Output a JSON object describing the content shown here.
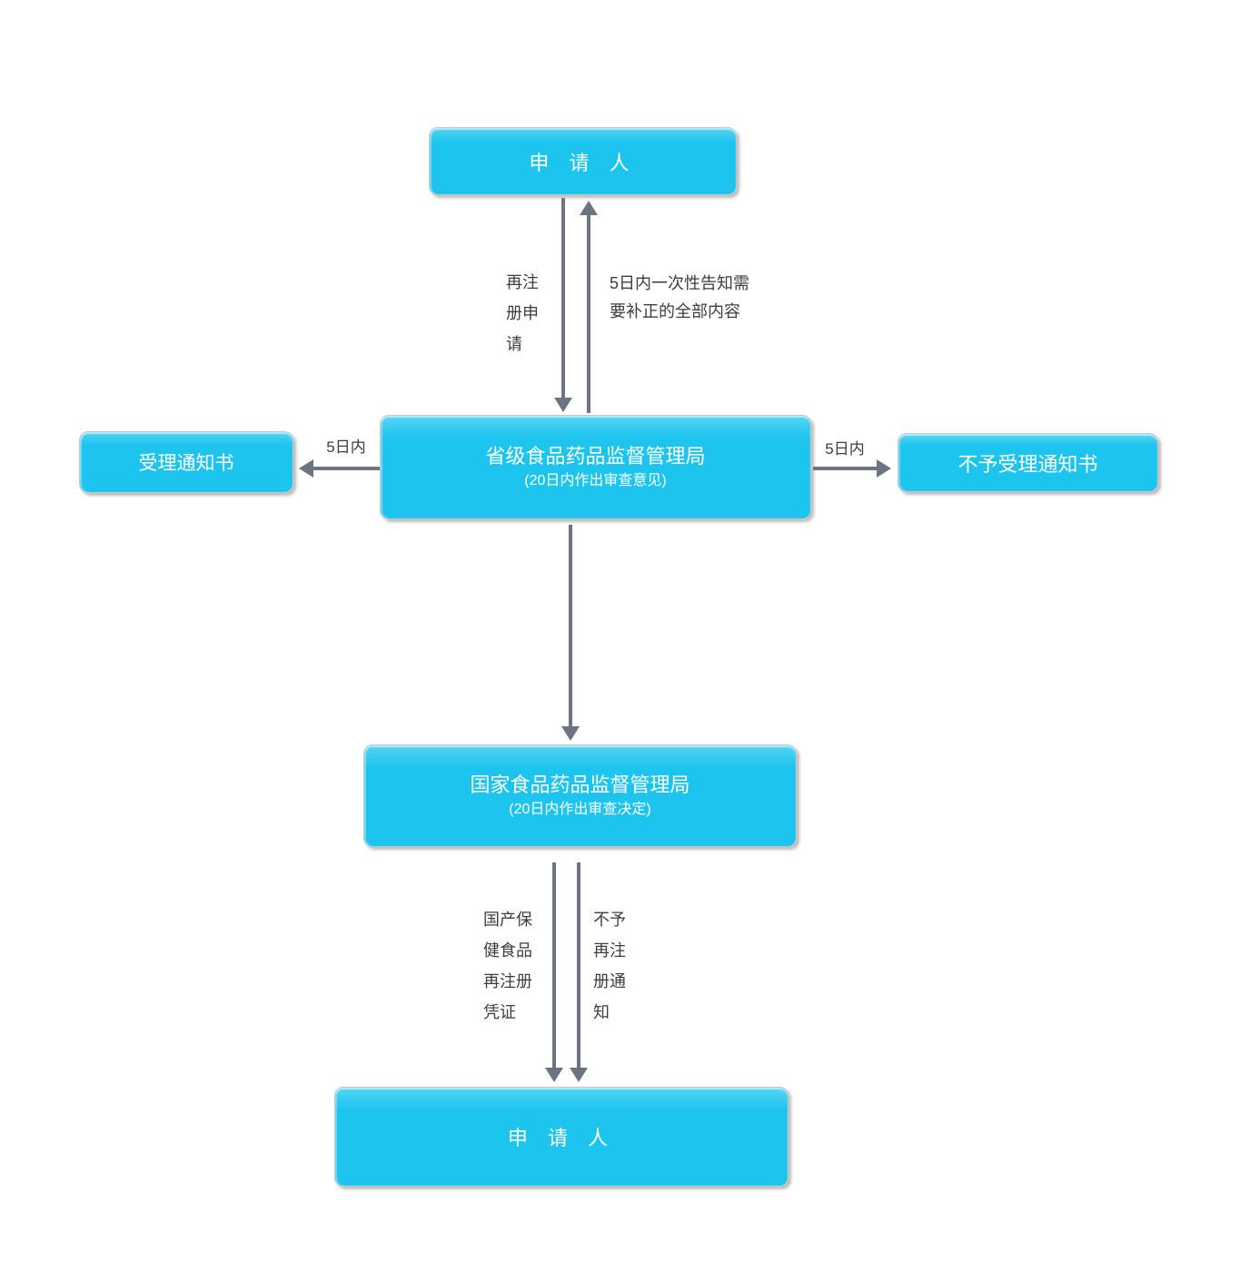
{
  "colors": {
    "box_fill": "#1dc4ee",
    "box_highlight": "#8ae6f9",
    "box_border": "#c2c6c9",
    "arrow": "#6b7480",
    "label_text": "#3d3d3d",
    "box_text": "#ffffff"
  },
  "nodes": {
    "applicant_top": {
      "label": "申 请 人"
    },
    "provincial": {
      "title": "省级食品药品监督管理局",
      "subtitle": "(20日内作出审查意见)"
    },
    "accept_notice": {
      "label": "受理通知书"
    },
    "reject_notice": {
      "label": "不予受理通知书"
    },
    "national": {
      "title": "国家食品药品监督管理局",
      "subtitle": "(20日内作出审查决定)"
    },
    "applicant_bottom": {
      "label": "申 请 人"
    }
  },
  "labels": {
    "reapply_lines": [
      "再注",
      "册申",
      "请"
    ],
    "supplement_lines": [
      "5日内一次性告知需",
      "要补正的全部内容"
    ],
    "accept_within": "5日内",
    "reject_within": "5日内",
    "certificate_lines": [
      "国产保",
      "健食品",
      "再注册",
      "凭证"
    ],
    "refuse_lines": [
      "不予",
      "再注",
      "册通",
      "知"
    ]
  }
}
